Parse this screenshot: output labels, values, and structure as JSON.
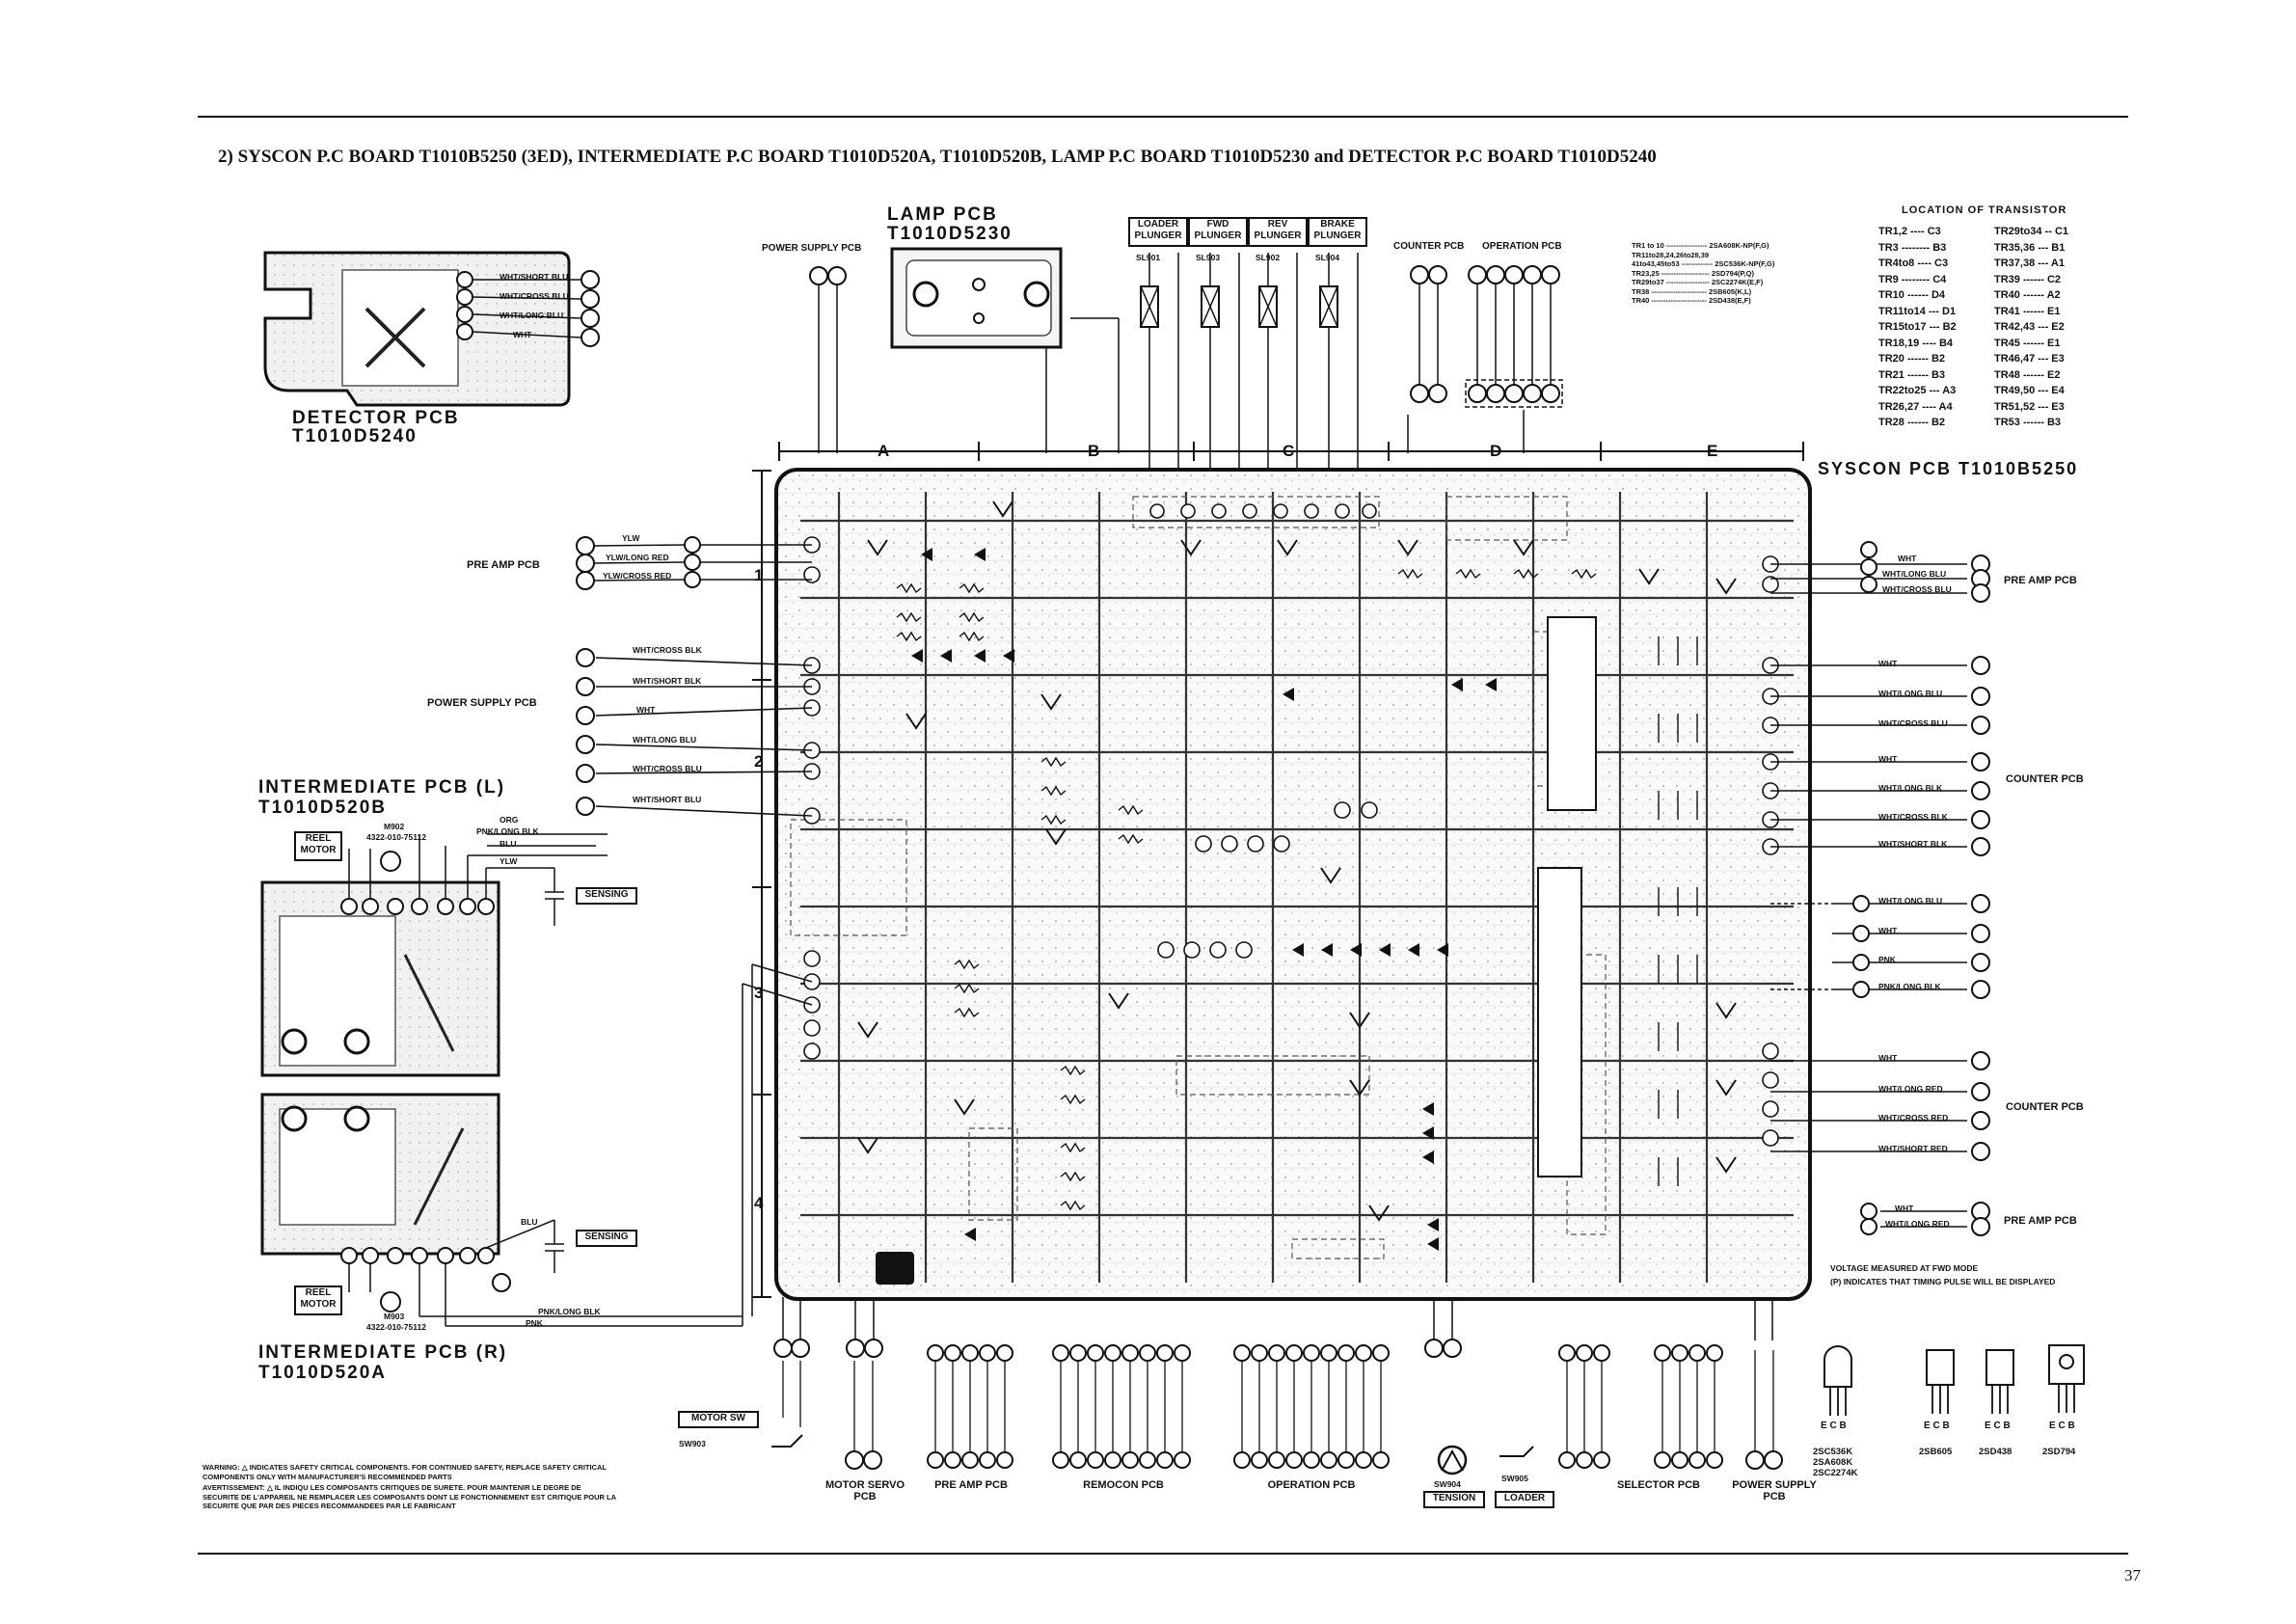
{
  "header": {
    "title": "2) SYSCON P.C BOARD T1010B5250 (3ED), INTERMEDIATE P.C BOARD T1010D520A, T1010D520B, LAMP P.C BOARD T1010D5230 and DETECTOR P.C BOARD T1010D5240"
  },
  "boards": {
    "detector_title": "DETECTOR PCB",
    "detector_code": "T1010D5240",
    "lamp_title": "LAMP PCB",
    "lamp_code": "T1010D5230",
    "syscon": "SYSCON PCB T1010B5250",
    "intermediate_l_title": "INTERMEDIATE PCB (L)",
    "intermediate_l_code": "T1010D520B",
    "intermediate_r_title": "INTERMEDIATE PCB (R)",
    "intermediate_r_code": "T1010D520A"
  },
  "plungers": [
    "LOADER PLUNGER",
    "FWD PLUNGER",
    "REV PLUNGER",
    "BRAKE PLUNGER"
  ],
  "plunger_refs": [
    "SL901",
    "SL903",
    "SL902",
    "SL904"
  ],
  "top_labels": {
    "power_supply": "POWER SUPPLY PCB",
    "counter": "COUNTER PCB",
    "operation": "OPERATION PCB"
  },
  "columns": [
    "A",
    "B",
    "C",
    "D",
    "E"
  ],
  "rows": [
    "1",
    "2",
    "3",
    "4"
  ],
  "left_connectors": {
    "pre_amp": "PRE AMP PCB",
    "power_supply": "POWER SUPPLY PCB",
    "pre_amp_wires": [
      "YLW",
      "YLW/LONG RED",
      "YLW/CROSS RED"
    ],
    "power_wires": [
      "WHT/CROSS BLK",
      "WHT/SHORT BLK",
      "WHT",
      "WHT/LONG BLU",
      "WHT/CROSS BLU",
      "WHT/SHORT BLU"
    ]
  },
  "detector_wires": [
    "WHT/SHORT BLU",
    "WHT/CROSS BLU",
    "WHT/LONG BLU",
    "WHT"
  ],
  "intermediate": {
    "reel_motor": "REEL MOTOR",
    "sensing": "SENSING",
    "m902": "M902",
    "m902_part": "4322-010-75112",
    "m903": "M903",
    "m903_part": "4322-010-75112",
    "wires_l": [
      "ORG",
      "PNK/LONG BLK",
      "BLU",
      "YLW"
    ],
    "wires_r": [
      "BLU",
      "PNK/LONG BLK",
      "PNK"
    ]
  },
  "right_connectors": {
    "pre_amp": "PRE AMP PCB",
    "counter": "COUNTER PCB",
    "group1": [
      "WHT",
      "WHT/LONG BLU",
      "WHT/CROSS BLU"
    ],
    "group2": [
      "WHT",
      "WHT/LONG BLU",
      "WHT/CROSS BLU",
      "WHT",
      "WHT/LONG BLK",
      "WHT/CROSS BLK",
      "WHT/SHORT BLK"
    ],
    "group3": [
      "WHT/LONG BLU",
      "WHT",
      "PNK",
      "PNK/LONG BLK"
    ],
    "group4": [
      "WHT",
      "WHT/LONG RED",
      "WHT/CROSS RED",
      "WHT/SHORT RED"
    ],
    "group5": [
      "WHT",
      "WHT/LONG RED"
    ]
  },
  "location_title": "LOCATION OF TRANSISTOR",
  "location_left": [
    "TR1,2 ---- C3",
    "TR3 -------- B3",
    "TR4to8 ---- C3",
    "TR9 -------- C4",
    "TR10 ------ D4",
    "TR11to14 --- D1",
    "TR15to17 --- B2",
    "TR18,19 ---- B4",
    "TR20 ------ B2",
    "TR21 ------ B3",
    "TR22to25 --- A3",
    "TR26,27 ---- A4",
    "TR28 ------ B2"
  ],
  "location_right": [
    "TR29to34 -- C1",
    "TR35,36 --- B1",
    "TR37,38 --- A1",
    "TR39 ------ C2",
    "TR40 ------ A2",
    "TR41 ------ E1",
    "TR42,43 --- E2",
    "TR45 ------ E1",
    "TR46,47 --- E3",
    "TR48 ------ E2",
    "TR49,50 --- E4",
    "TR51,52 --- E3",
    "TR53 ------ B3"
  ],
  "transistor_types": [
    "TR1 to 10 ----------------- 2SA608K-NP(F,G)",
    "TR11to28,24,26to28,39",
    "41to43,45to53 ------------- 2SC536K-NP(F,G)",
    "TR23,25 -------------------- 2SD794(P,Q)",
    "TR29to37 ------------------ 2SC2274K(E,F)",
    "TR38 ----------------------- 2SB605(K,L)",
    "TR40 ----------------------- 2SD438(E,F)"
  ],
  "voltage_note": [
    "VOLTAGE MEASURED AT FWD MODE",
    "(P) INDICATES THAT TIMING PULSE WILL BE DISPLAYED"
  ],
  "bottom_labels": {
    "motor_sw": "MOTOR SW",
    "sw903": "SW903",
    "motor_servo": "MOTOR SERVO PCB",
    "pre_amp": "PRE AMP PCB",
    "remocon": "REMOCON PCB",
    "operation": "OPERATION PCB",
    "sw904": "SW904",
    "tension": "TENSION",
    "sw905": "SW905",
    "loader": "LOADER",
    "selector": "SELECTOR PCB",
    "power_supply": "POWER SUPPLY PCB"
  },
  "packages": {
    "pins": "E C B",
    "pkg1": [
      "2SC536K",
      "2SA608K",
      "2SC2274K"
    ],
    "pkg2": "2SB605",
    "pkg3": "2SD438",
    "pkg4": "2SD794"
  },
  "warning": {
    "en": "WARNING: △ INDICATES SAFETY CRITICAL COMPONENTS. FOR CONTINUED SAFETY, REPLACE SAFETY CRITICAL COMPONENTS ONLY WITH MANUFACTURER'S RECOMMENDED PARTS",
    "fr": "AVERTISSEMENT: △ IL INDIQU LES COMPOSANTS CRITIQUES DE SURETE. POUR MAINTENIR LE DEGRE DE SECURITE DE L'APPAREIL NE REMPLACER LES COMPOSANTS DONT LE FONCTIONNEMENT EST CRITIQUE POUR LA SECURITE QUE PAR DES PIECES RECOMMANDEES PAR LE FABRICANT"
  },
  "page_number": "37"
}
